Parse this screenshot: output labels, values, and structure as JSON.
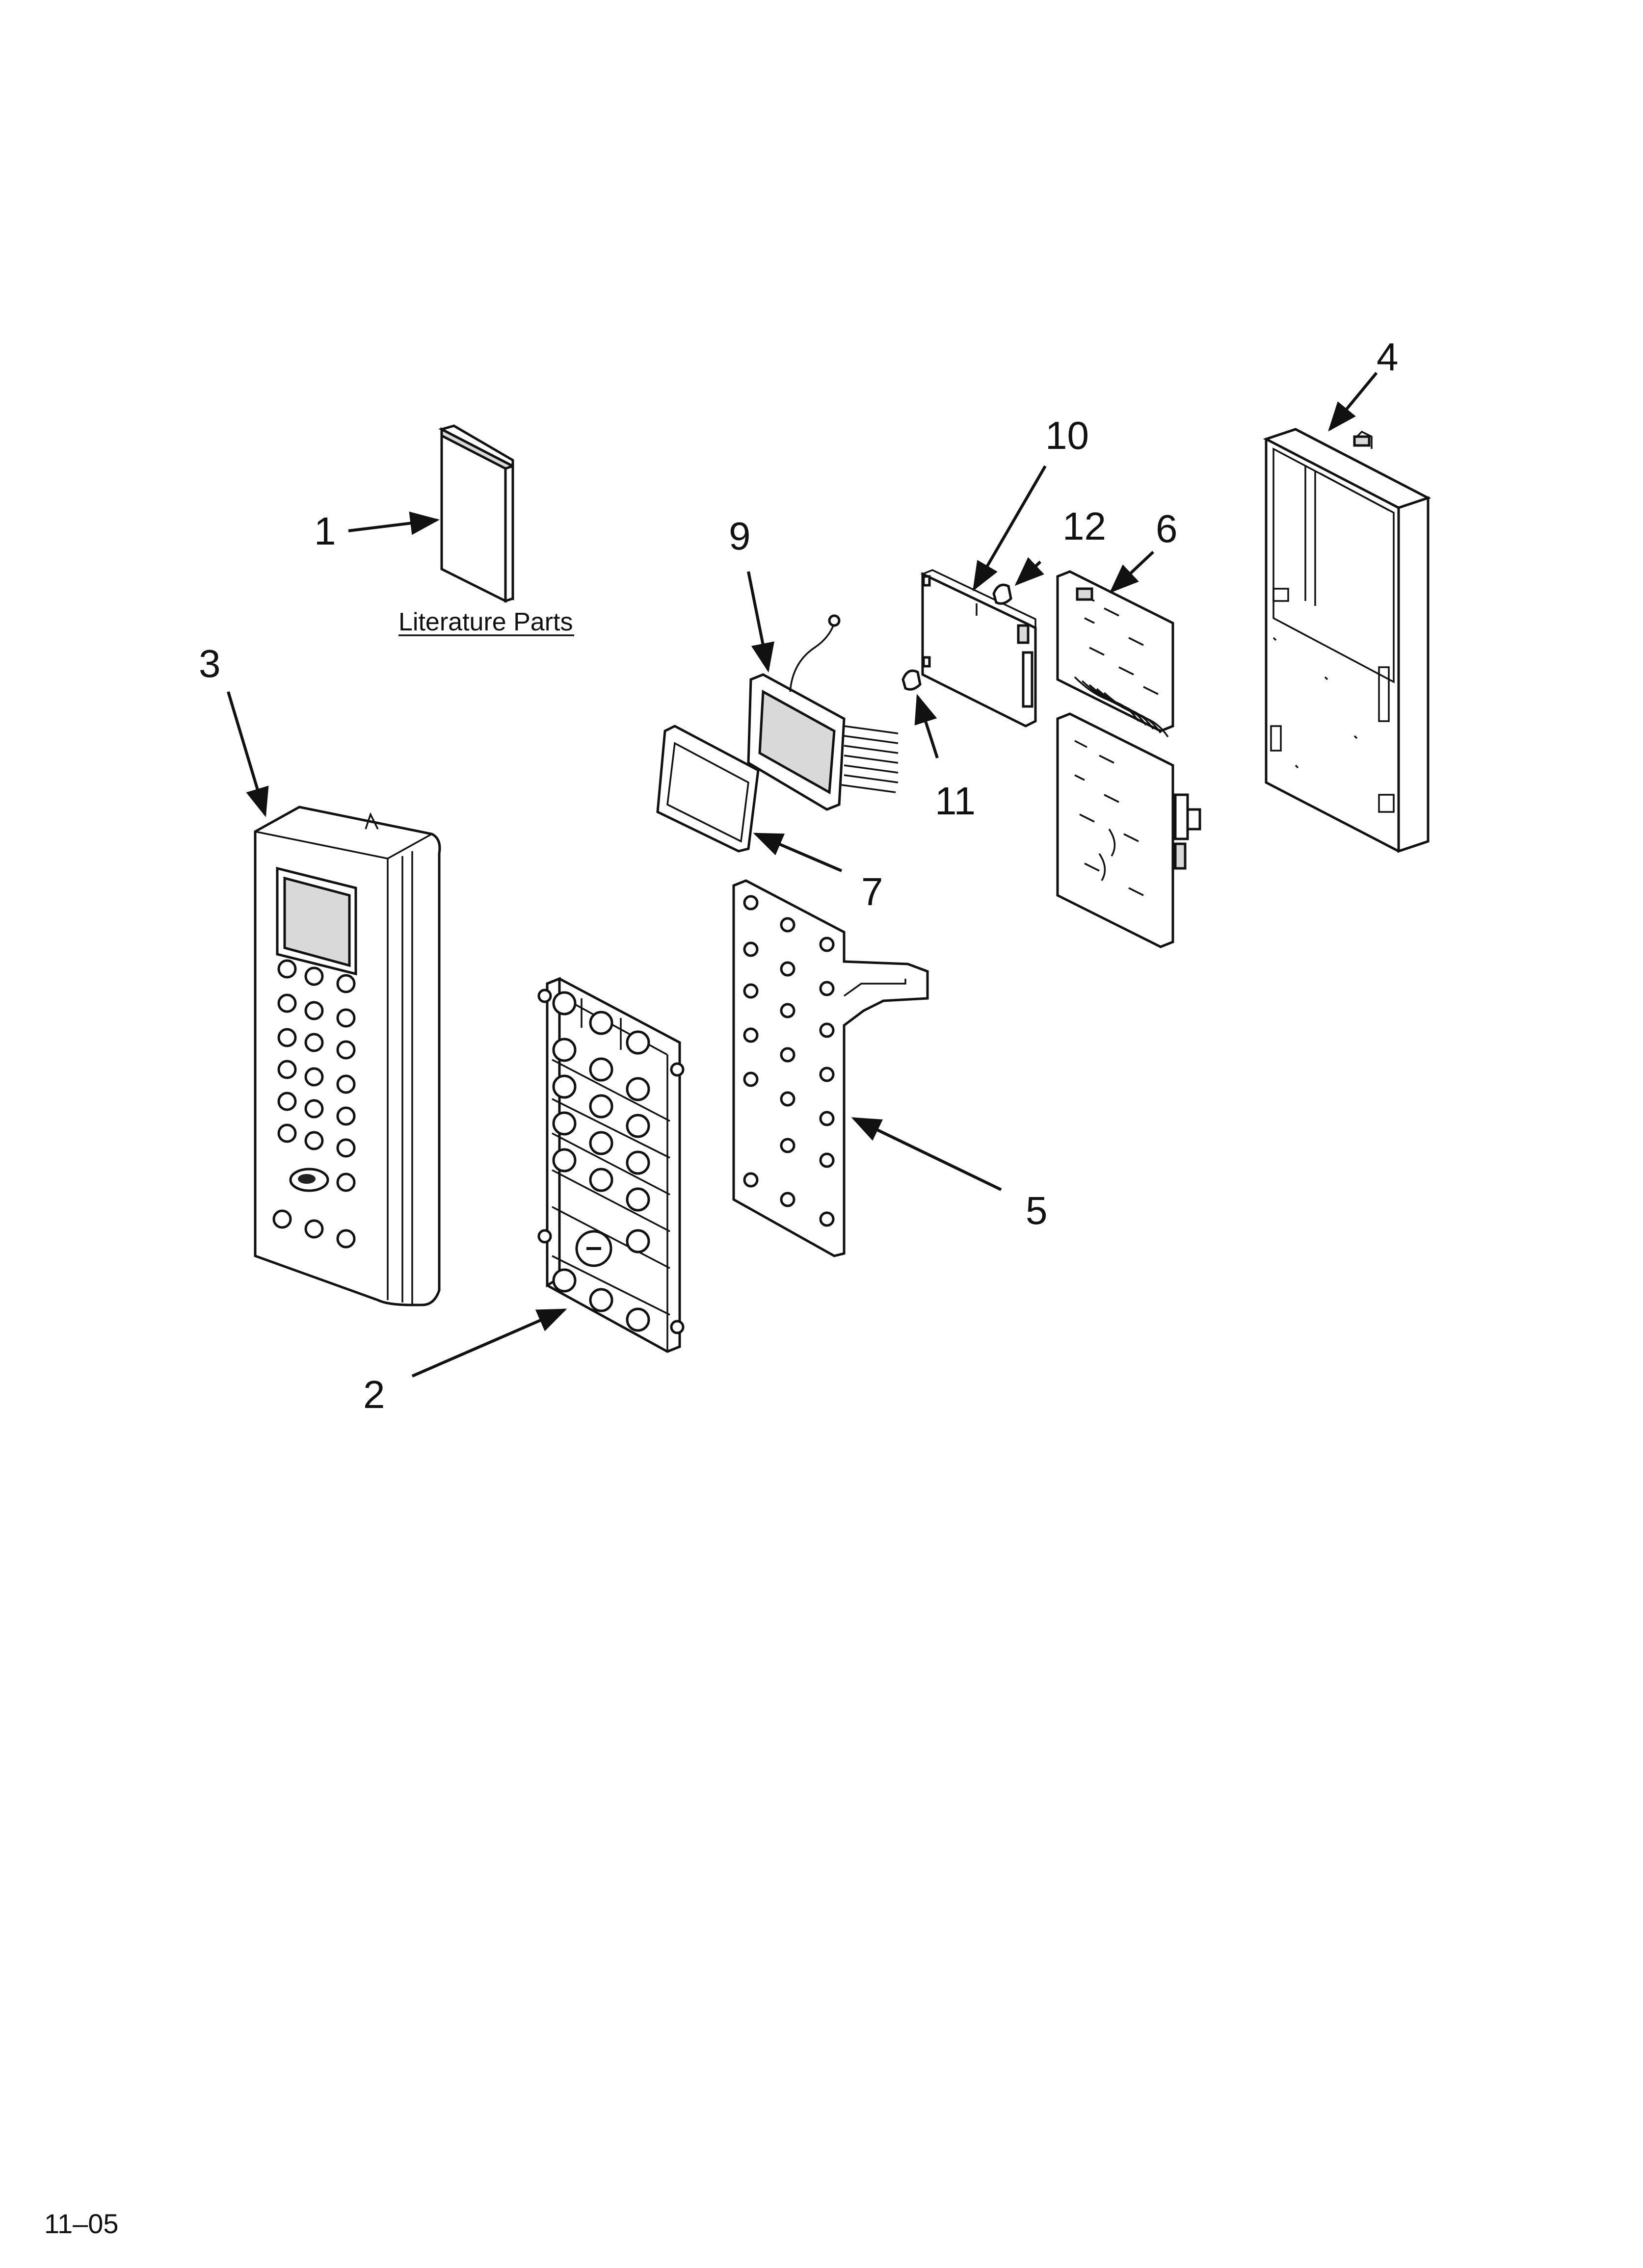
{
  "callouts": {
    "c1": "1",
    "c2": "2",
    "c3": "3",
    "c4": "4",
    "c5": "5",
    "c6": "6",
    "c7": "7",
    "c9": "9",
    "c10": "10",
    "c11": "11",
    "c12": "12"
  },
  "literature_label": "Literature Parts",
  "page_code": "11–05"
}
